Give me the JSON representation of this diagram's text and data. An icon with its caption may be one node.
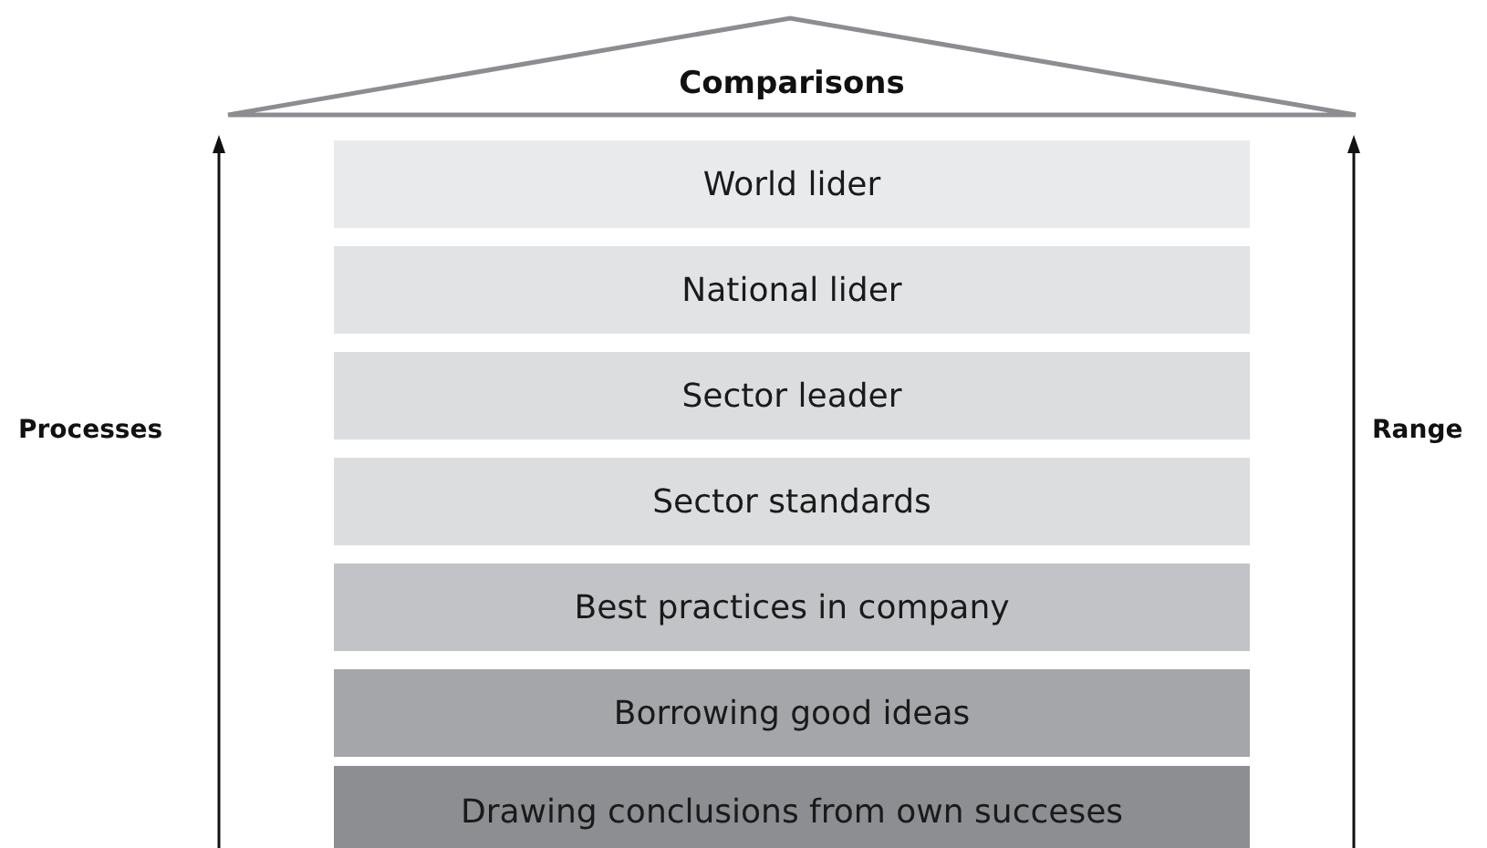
{
  "diagram": {
    "nodes": [
      {
        "text": [
          "Comparisons"
        ]
      },
      {
        "text": [
          "World lider"
        ]
      },
      {
        "text": [
          "National lider"
        ]
      },
      {
        "text": [
          "Sector leader"
        ]
      },
      {
        "text": [
          "Sector standards"
        ]
      },
      {
        "text": [
          "Best practices in company"
        ]
      },
      {
        "text": [
          "Borrowing good ideas"
        ]
      },
      {
        "text": [
          "Drawing conclusions from own succeses"
        ]
      }
    ],
    "labels": [
      "Processes",
      "Range"
    ]
  }
}
